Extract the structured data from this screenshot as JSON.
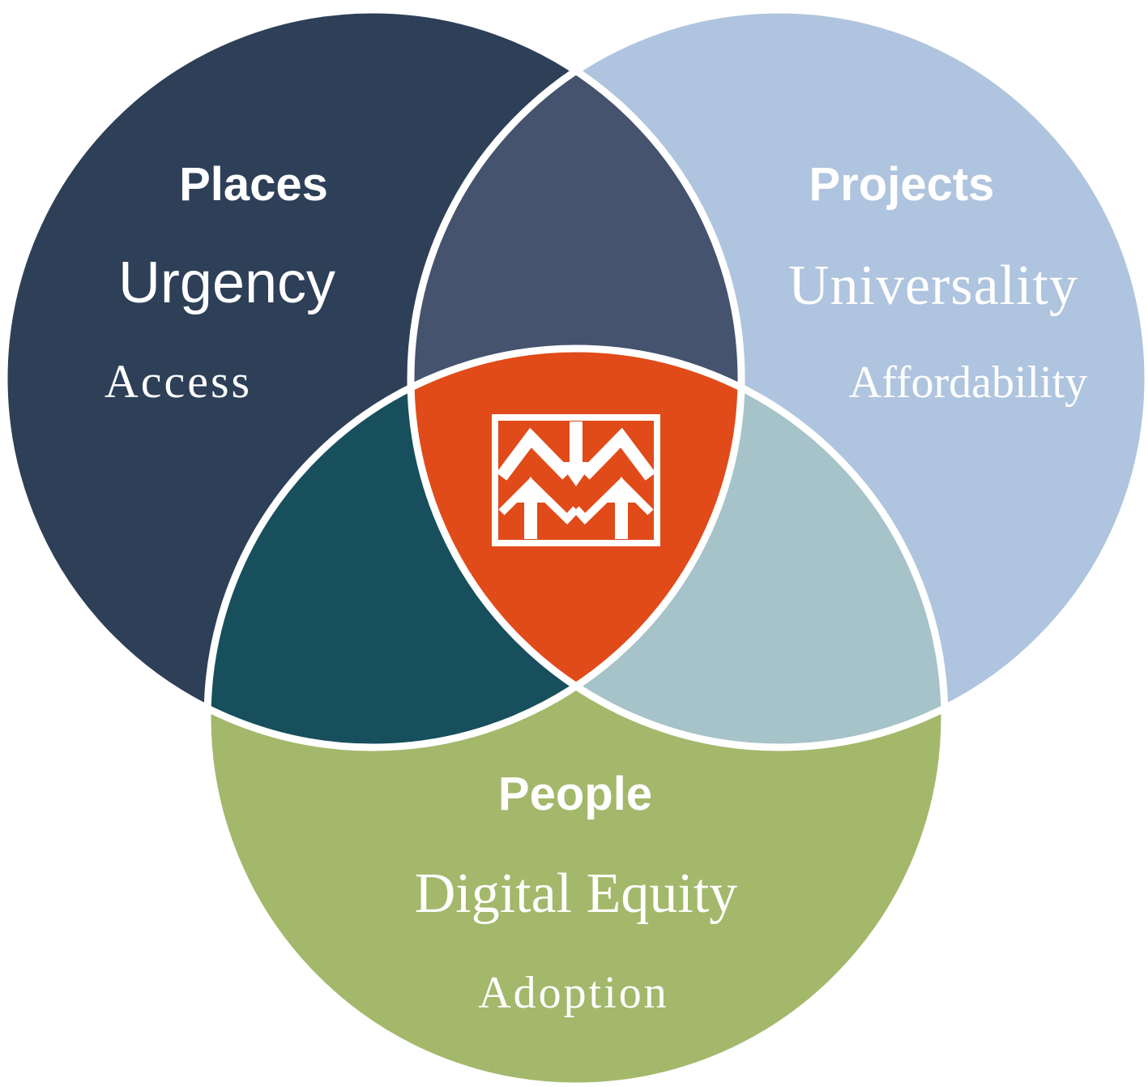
{
  "circles": {
    "places": {
      "title": "Places",
      "primary": "Urgency",
      "secondary": "Access"
    },
    "projects": {
      "title": "Projects",
      "primary": "Universality",
      "secondary": "Affordability"
    },
    "people": {
      "title": "People",
      "primary": "Digital Equity",
      "secondary": "Adoption"
    }
  },
  "center": {
    "logo": "arrows-logo-icon"
  },
  "colors": {
    "places": "#2E3F58",
    "projects": "#AFC4DE",
    "people": "#A3B86B",
    "places_projects": "#45536F",
    "places_people": "#174F5D",
    "projects_people": "#A5C3C8",
    "center": "#E04B19",
    "outline": "#FFFFFF"
  }
}
